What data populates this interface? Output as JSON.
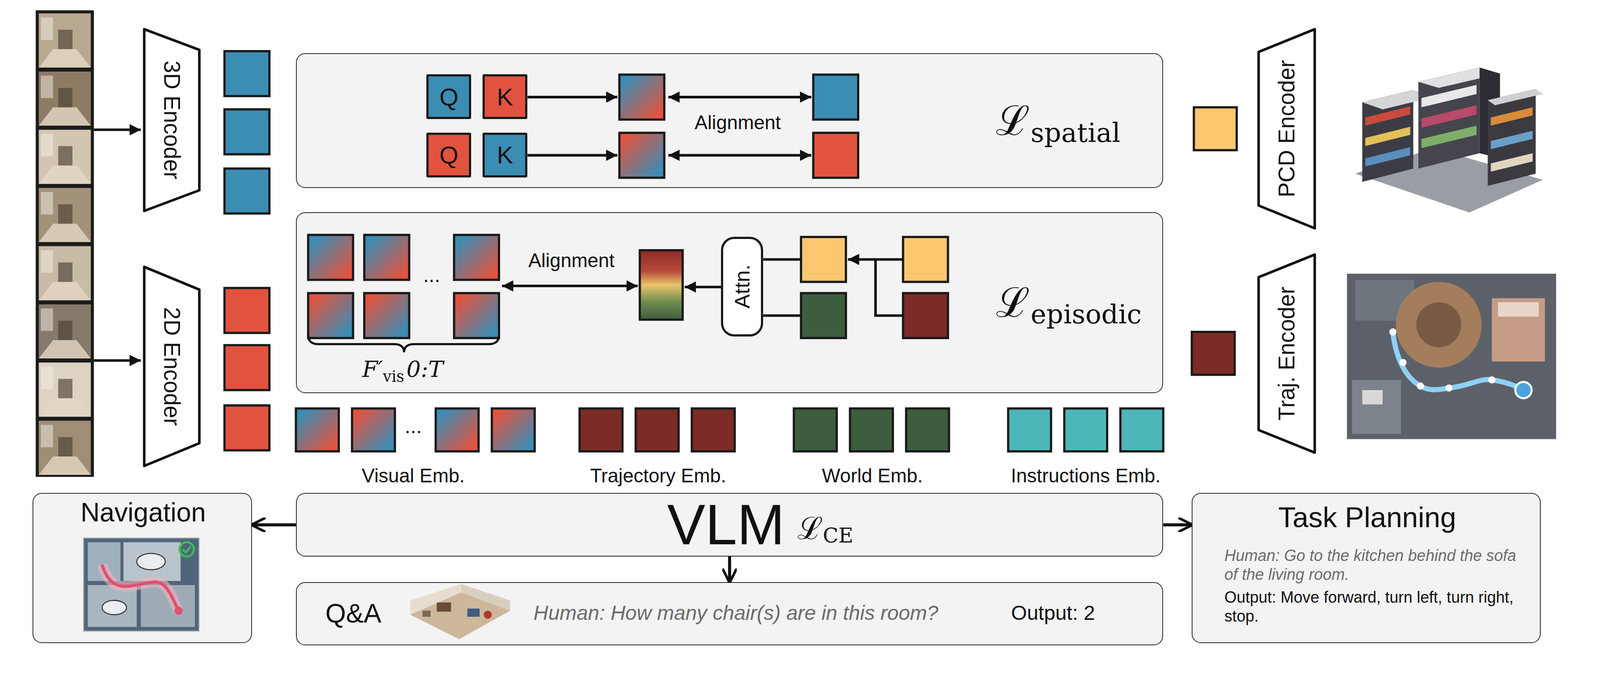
{
  "diagram": {
    "nodes": [
      {
        "text": [
          "3D Encoder"
        ]
      },
      {
        "text": [
          "ℒ",
          "spatial"
        ]
      },
      {
        "text": [
          "Q"
        ],
        "in": 1
      },
      {
        "text": [
          "K"
        ],
        "in": 1
      },
      {
        "text": [
          "Q"
        ],
        "in": 1
      },
      {
        "text": [
          "K"
        ],
        "in": 1
      },
      {
        "text": [
          "PCD Encoder"
        ]
      },
      {
        "text": [
          "2D Encoder"
        ]
      },
      {
        "text": [
          "ℒ",
          "episodic"
        ]
      },
      {
        "text": [
          "Attn."
        ],
        "in": 8
      },
      {
        "text": [
          "Traj. Encoder"
        ]
      },
      {
        "text": [
          "VLM",
          "ℒ",
          "CE"
        ]
      },
      {
        "text": [
          "Navigation"
        ]
      },
      {
        "text": [
          "Task Planning",
          "Human: Go to the kitchen behind the sofa of the living room.",
          "Output: Move forward, turn left, turn right, stop."
        ]
      },
      {
        "text": [
          "Q&A",
          "Human: How many chair(s) are in this room?",
          "Output: 2"
        ]
      }
    ],
    "edges": [
      {
        "from": 11,
        "to": 12,
        "arrow": "to"
      },
      {
        "from": 11,
        "to": 13,
        "arrow": "to"
      },
      {
        "from": 11,
        "to": 14,
        "arrow": "to"
      }
    ],
    "labels": [
      "Alignment",
      "Alignment",
      "...",
      "F′",
      "vis",
      "0:T",
      "...",
      "Visual Emb.",
      "Trajectory Emb.",
      "World Emb.",
      "Instructions Emb."
    ]
  }
}
